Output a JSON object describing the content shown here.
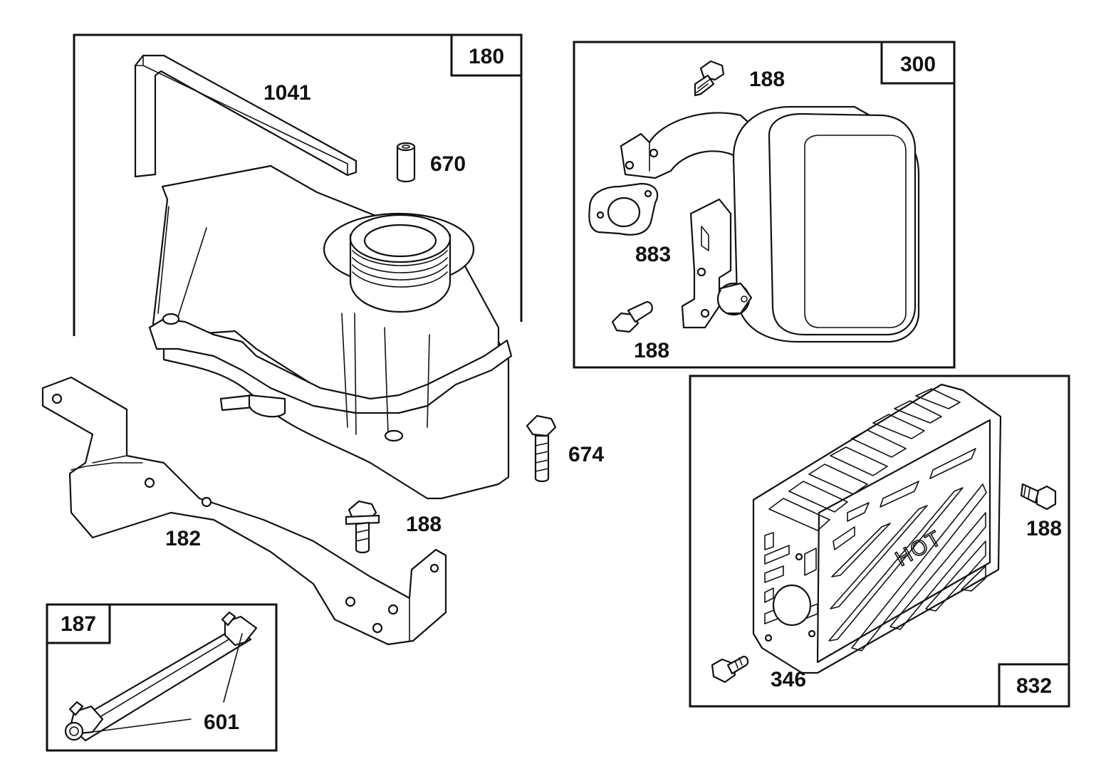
{
  "diagram": {
    "groups": [
      {
        "id": "180"
      },
      {
        "id": "300"
      },
      {
        "id": "832"
      },
      {
        "id": "187"
      }
    ],
    "callouts": {
      "c1041": "1041",
      "c670": "670",
      "c674": "674",
      "c188_tank": "188",
      "c182": "182",
      "c188_muffler_top": "188",
      "c883": "883",
      "c188_muffler_bottom": "188",
      "c188_guard": "188",
      "c346": "346",
      "c601": "601"
    },
    "guard_marking": "HOT"
  }
}
